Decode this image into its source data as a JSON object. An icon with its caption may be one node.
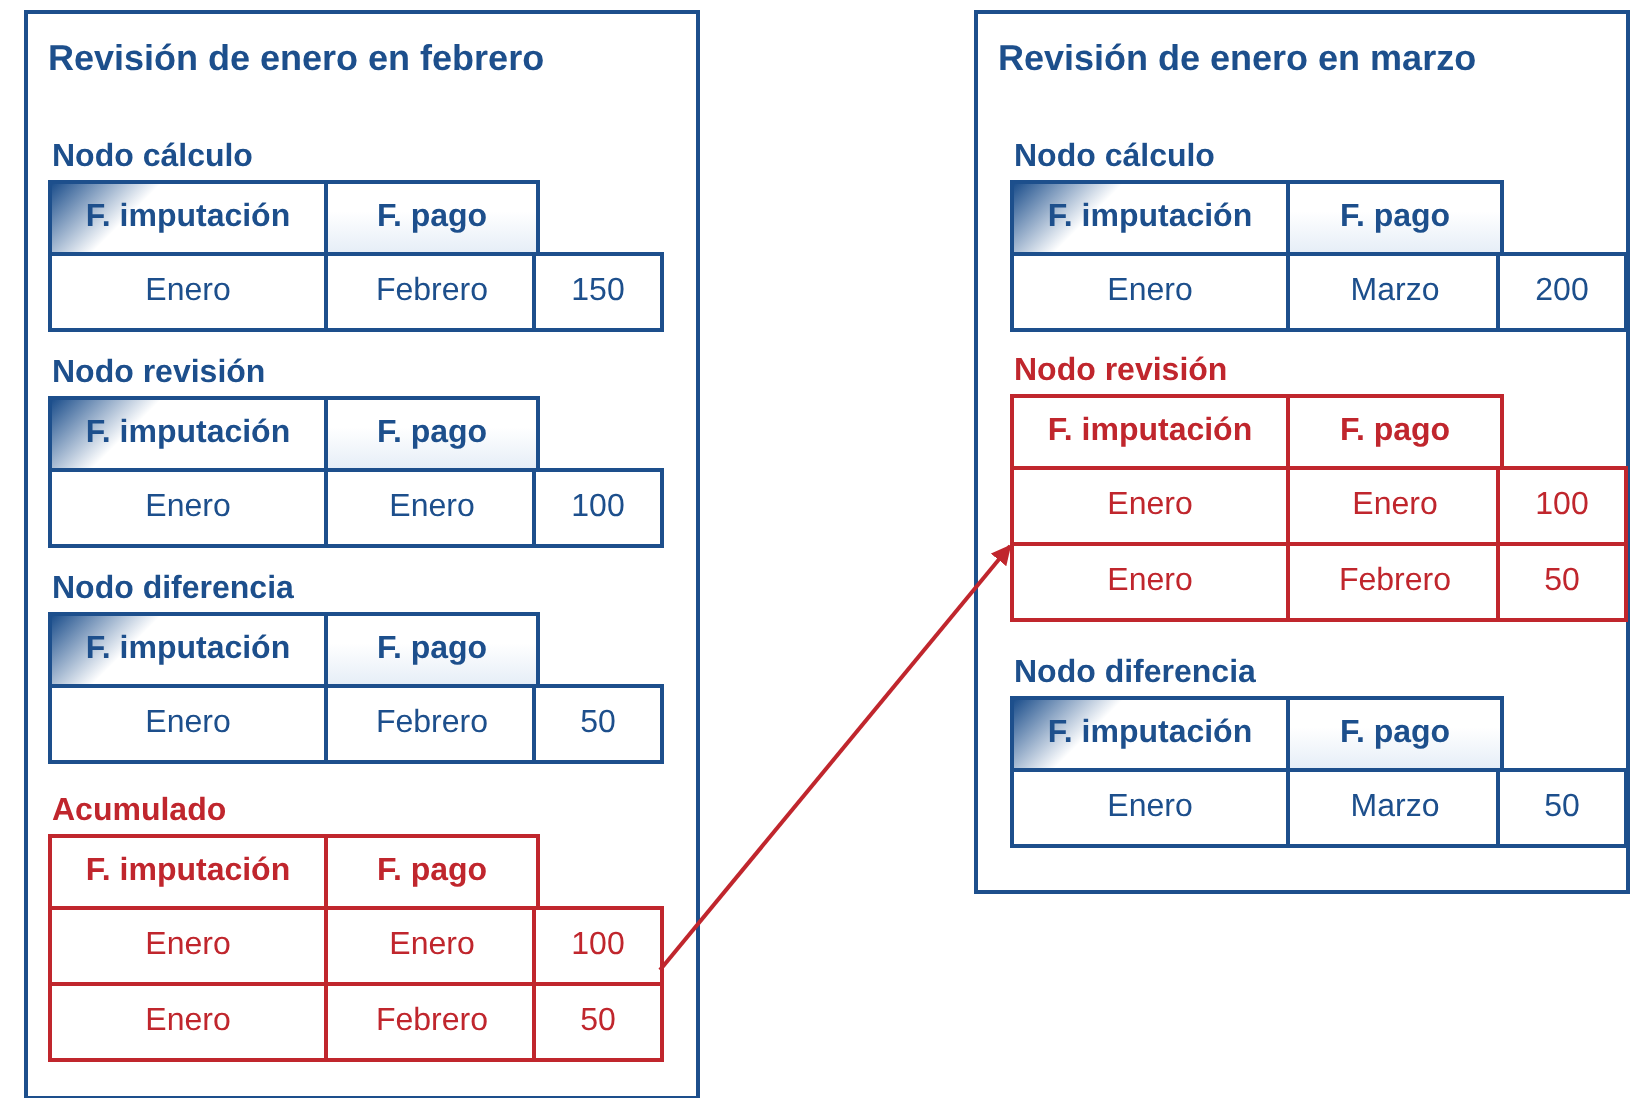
{
  "diagram": {
    "nodes": [
      {
        "text": [
          "Revisión de enero en febrero"
        ]
      },
      {
        "text": [
          "Nodo cálculo",
          "F. imputación",
          "F. pago",
          "Enero",
          "Febrero",
          "150"
        ],
        "in": 0
      },
      {
        "text": [
          "Nodo revisión",
          "F. imputación",
          "F. pago",
          "Enero",
          "Enero",
          "100"
        ],
        "in": 0
      },
      {
        "text": [
          "Nodo diferencia",
          "F. imputación",
          "F. pago",
          "Enero",
          "Febrero",
          "50"
        ],
        "in": 0
      },
      {
        "text": [
          "Acumulado",
          "F. imputación",
          "F. pago",
          "Enero",
          "Enero",
          "100",
          "Enero",
          "Febrero",
          "50"
        ],
        "in": 0
      },
      {
        "text": [
          "Revisión de enero en marzo"
        ]
      },
      {
        "text": [
          "Nodo cálculo",
          "F. imputación",
          "F. pago",
          "Enero",
          "Marzo",
          "200"
        ],
        "in": 5
      },
      {
        "text": [
          "Nodo revisión",
          "F. imputación",
          "F. pago",
          "Enero",
          "Enero",
          "100",
          "Enero",
          "Febrero",
          "50"
        ],
        "in": 5
      },
      {
        "text": [
          "Nodo diferencia",
          "F. imputación",
          "F. pago",
          "Enero",
          "Marzo",
          "50"
        ],
        "in": 5
      }
    ],
    "edges": [
      {
        "from": 4,
        "to": 7,
        "arrow": "to"
      }
    ]
  }
}
